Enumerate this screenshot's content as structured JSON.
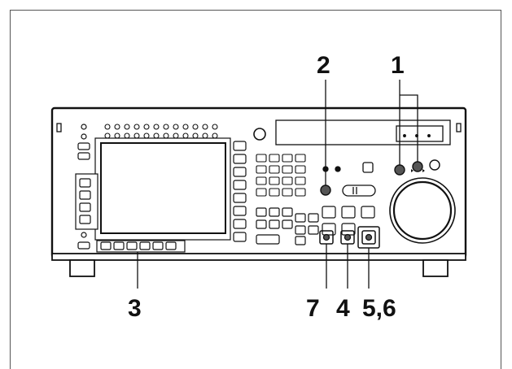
{
  "callouts": {
    "c1": "1",
    "c2": "2",
    "c3": "3",
    "c4": "4",
    "c56": "5,6",
    "c7": "7"
  },
  "colors": {
    "ink": "#111111",
    "panel_fill": "#ffffff",
    "button_dark": "#555555",
    "frame": "#555555"
  },
  "icons": {
    "corner_slot": "rect-slot-icon",
    "jog_dial": "jog-shuttle-dial-icon"
  }
}
